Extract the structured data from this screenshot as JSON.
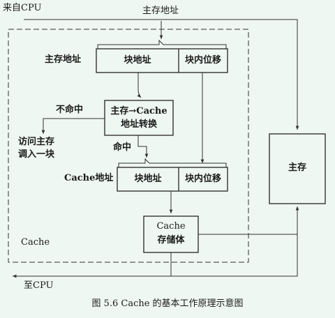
{
  "labels": {
    "from_cpu": "来自CPU",
    "main_addr_top": "主存地址",
    "main_addr_left": "主存地址",
    "miss": "不命中",
    "access_main_1": "访问主存",
    "access_main_2": "调入一块",
    "hit": "命中",
    "cache_addr": "Cache地址",
    "cache_group": "Cache",
    "to_cpu": "至CPU"
  },
  "boxes": {
    "block_addr_1": "块地址",
    "block_offset_1": "块内位移",
    "translate_1": "主存→Cache",
    "translate_2": "地址转换",
    "block_addr_2": "块地址",
    "block_offset_2": "块内位移",
    "main_memory": "主存",
    "cache_storage_1": "Cache",
    "cache_storage_2": "存储体"
  },
  "caption": "图 5.6   Cache 的基本工作原理示意图"
}
